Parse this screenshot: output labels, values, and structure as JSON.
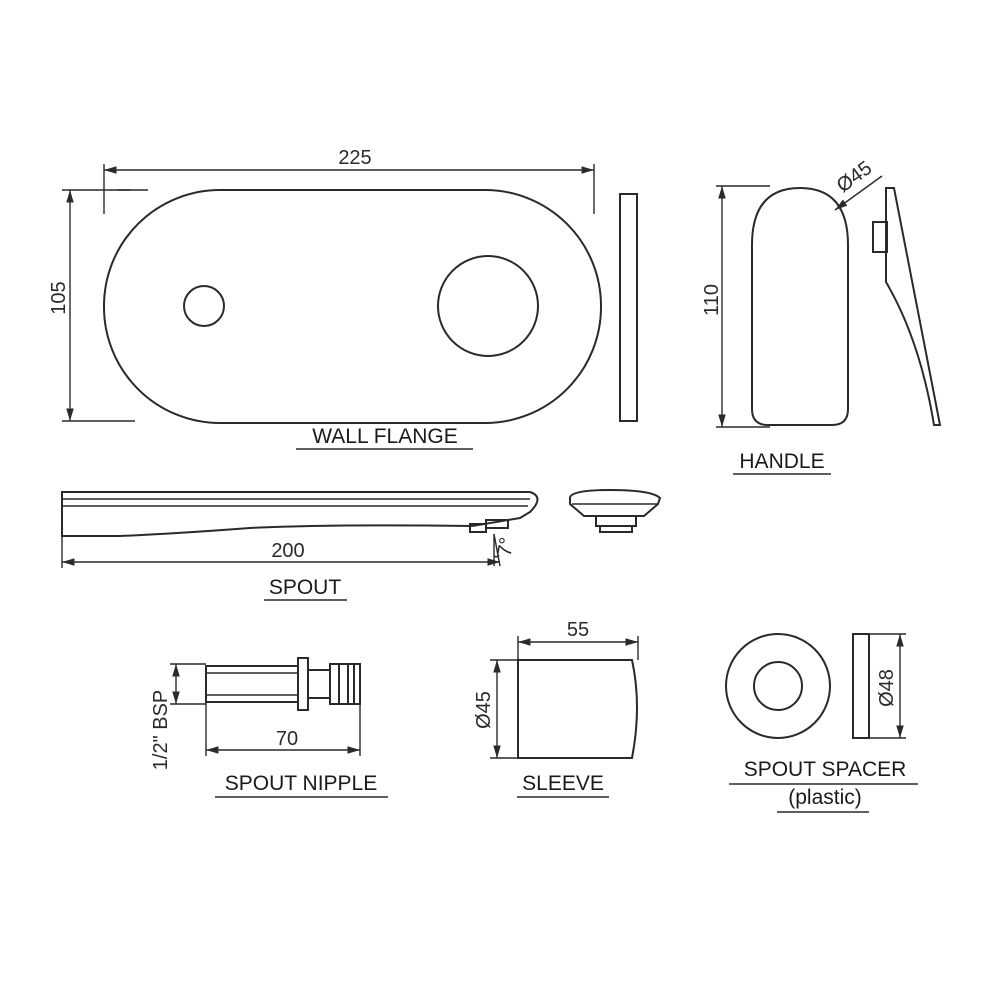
{
  "wall_flange": {
    "title": "WALL FLANGE",
    "width_dim": "225",
    "height_dim": "105"
  },
  "handle": {
    "title": "HANDLE",
    "height_dim": "110",
    "diameter_dim": "Ø45"
  },
  "spout": {
    "title": "SPOUT",
    "length_dim": "200",
    "angle_dim": "7°"
  },
  "spout_nipple": {
    "title": "SPOUT NIPPLE",
    "length_dim": "70",
    "thread_dim": "1/2\" BSP"
  },
  "sleeve": {
    "title": "SLEEVE",
    "length_dim": "55",
    "diameter_dim": "Ø45"
  },
  "spout_spacer": {
    "title": "SPOUT SPACER",
    "subtitle": "(plastic)",
    "diameter_dim": "Ø48"
  }
}
